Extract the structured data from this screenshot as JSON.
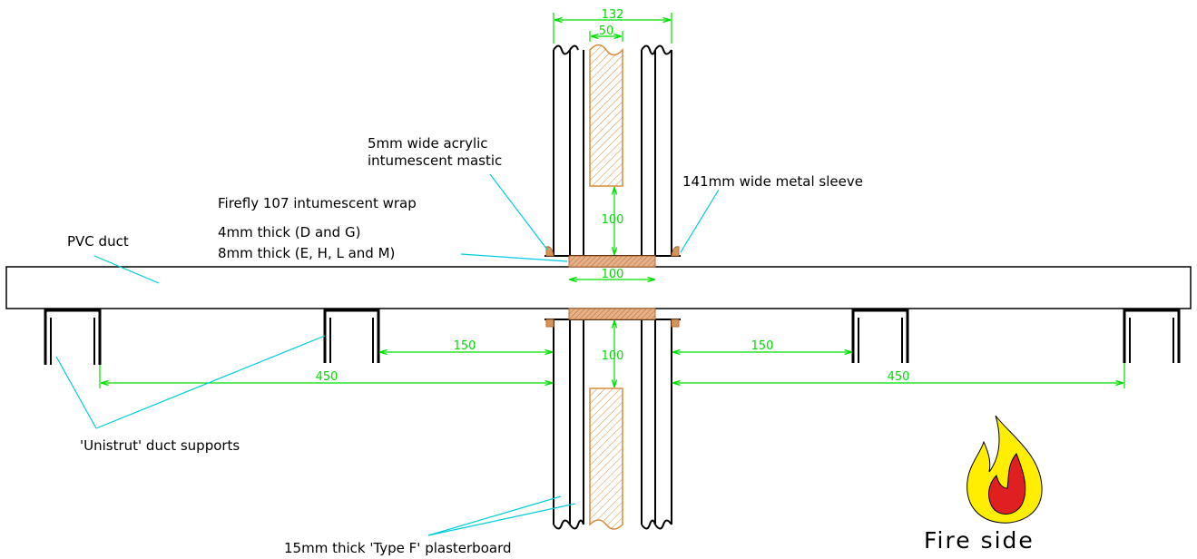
{
  "labels": {
    "mastic_line1": "5mm wide acrylic",
    "mastic_line2": "intumescent mastic",
    "wrap_line1": "Firefly 107 intumescent wrap",
    "wrap_line2": "4mm thick (D and G)",
    "wrap_line3": "8mm thick (E, H, L and M)",
    "sleeve": "141mm wide metal sleeve",
    "duct": "PVC duct",
    "supports": "'Unistrut' duct supports",
    "plasterboard": "15mm thick 'Type F' plasterboard",
    "fire_side": "Fire side"
  },
  "dimensions": {
    "wall_width": "132",
    "stud_width": "50",
    "upper_gap": "100",
    "wrap_width": "100",
    "lower_gap": "100",
    "left_inner": "150",
    "left_outer": "450",
    "right_inner": "150",
    "right_outer": "450"
  },
  "colors": {
    "dimension": "#00dd00",
    "leader": "#00ccdd",
    "timber": "#d88a3a",
    "wrap": "#d4955a",
    "flame_outer": "#ffee00",
    "flame_inner": "#e02020"
  },
  "icons": {
    "fire": "flame-icon"
  }
}
